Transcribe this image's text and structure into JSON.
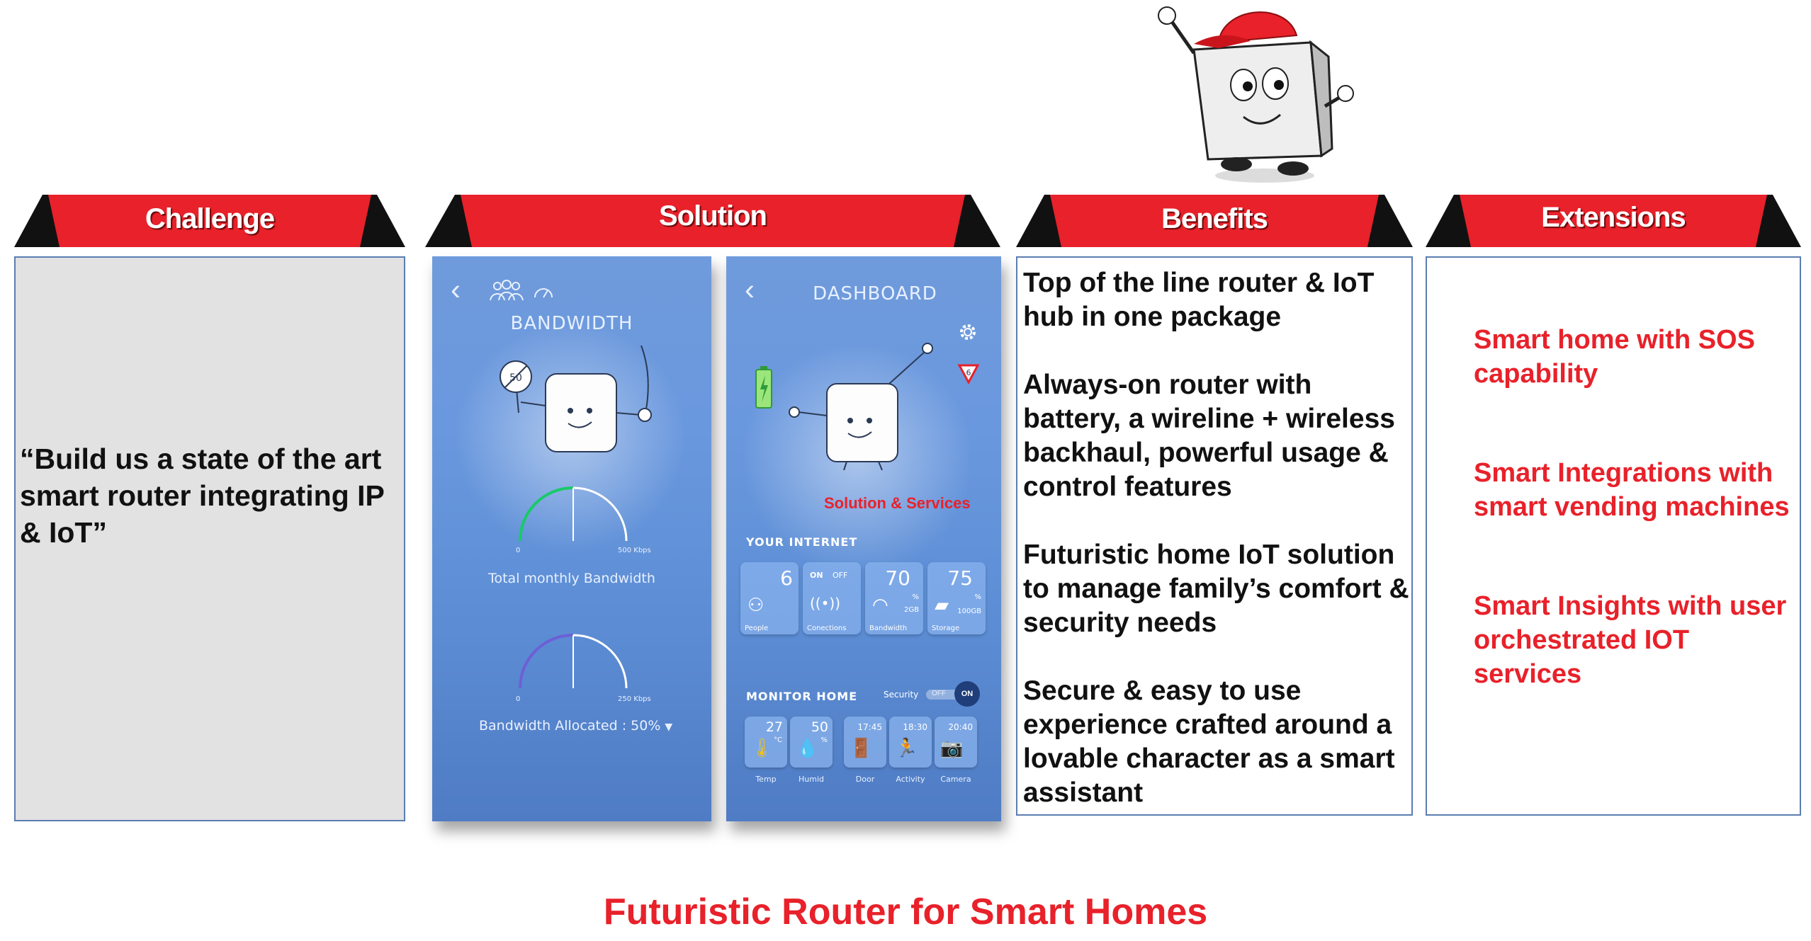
{
  "columns": {
    "challenge": "Challenge",
    "solution": "Solution",
    "benefits": "Benefits",
    "extensions": "Extensions"
  },
  "challenge_text": "“Build us a state of the art smart router integrating IP & IoT”",
  "benefits": [
    "Top of the line router & IoT hub in one package",
    "Always-on router with battery, a wireline + wireless backhaul, powerful usage & control features",
    "Futuristic home IoT solution to manage family’s comfort & security needs",
    "Secure & easy to use experience crafted around a lovable character as a smart assistant"
  ],
  "extensions": [
    "Smart home with SOS capability",
    "Smart Integrations with smart vending machines",
    "Smart Insights with user orchestrated IOT services"
  ],
  "phone_bandwidth": {
    "title": "BANDWIDTH",
    "gauge1": {
      "min": "0",
      "max": "500 Kbps",
      "label": "Total monthly Bandwidth"
    },
    "gauge2": {
      "min": "0",
      "max": "250 Kbps",
      "label": "Bandwidth Allocated : 50%",
      "level": 0.5
    },
    "sign_text": "50"
  },
  "phone_dashboard": {
    "title": "DASHBOARD",
    "badge_number": "6",
    "overlay_label": "Solution & Services",
    "internet": {
      "label": "YOUR INTERNET",
      "tiles": [
        {
          "value": "6",
          "caption": "People"
        },
        {
          "on": "ON",
          "off": "OFF",
          "caption": "Conections"
        },
        {
          "value": "70",
          "unit": "%",
          "extra": "2GB",
          "caption": "Bandwidth"
        },
        {
          "value": "75",
          "unit": "%",
          "extra": "100GB",
          "caption": "Storage"
        }
      ]
    },
    "monitor": {
      "label": "MONITOR HOME",
      "security_label": "Security",
      "toggle_off": "OFF",
      "toggle_on": "ON",
      "tiles": [
        {
          "value": "27",
          "unit": "°C",
          "caption": "Temp"
        },
        {
          "value": "50",
          "unit": "%",
          "caption": "Humid"
        },
        {
          "value": "17:45",
          "caption": "Door"
        },
        {
          "value": "18:30",
          "caption": "Activity"
        },
        {
          "value": "20:40",
          "caption": "Camera"
        }
      ]
    }
  },
  "footer_title": "Futuristic Router for Smart Homes",
  "colors": {
    "accent_red": "#e8212a",
    "banner_dark": "#111111",
    "phone_blue": "#5e8fd6"
  }
}
